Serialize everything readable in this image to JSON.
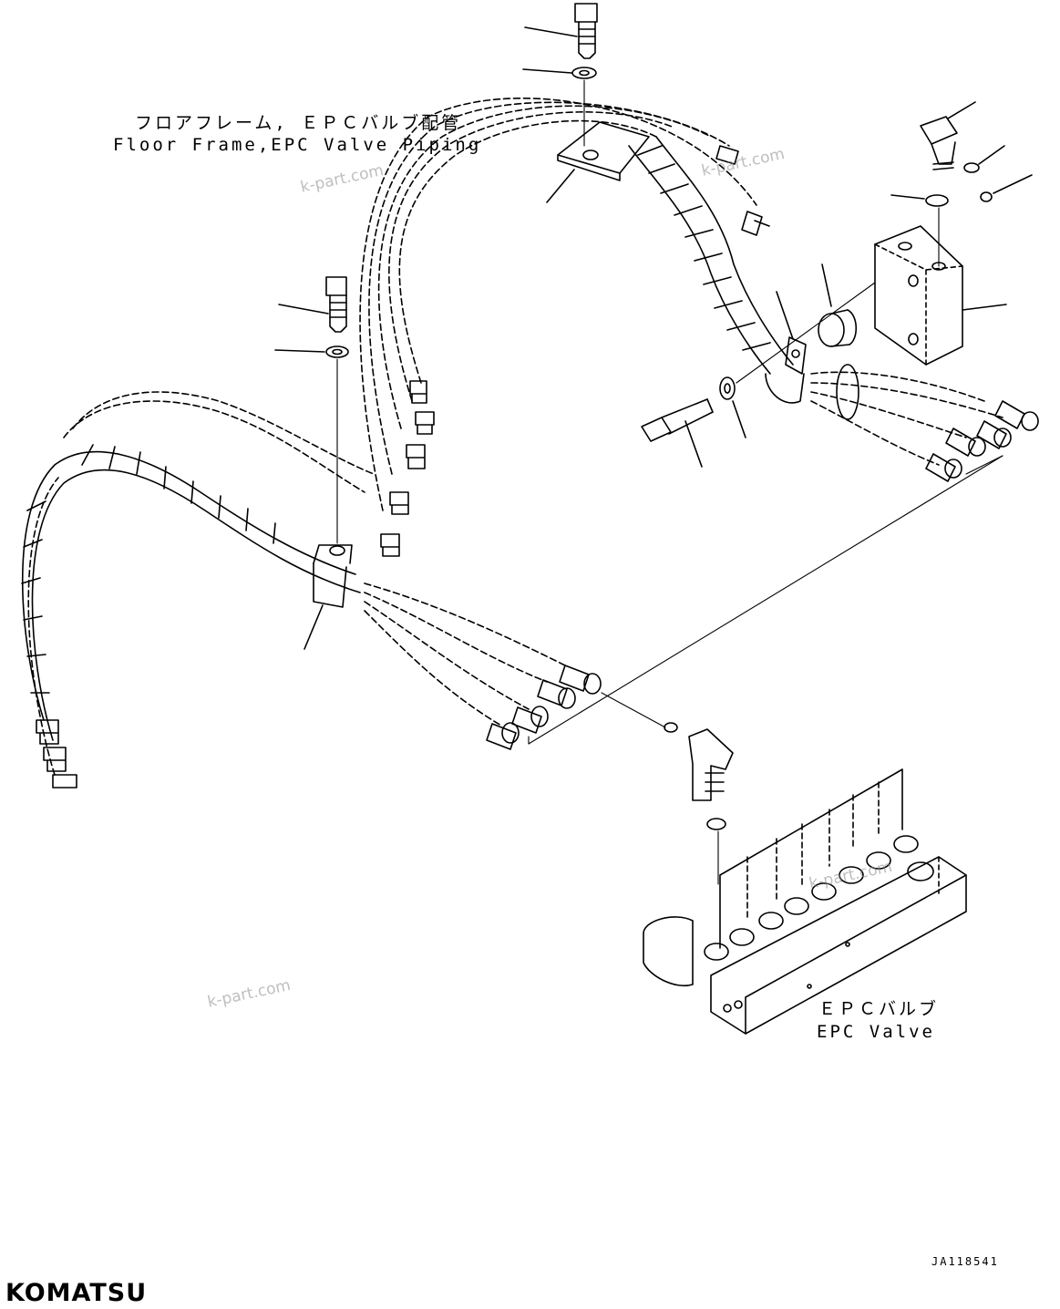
{
  "title": {
    "japanese": "フロアフレーム, ＥＰＣバルブ配管",
    "english": "Floor Frame,EPC Valve Piping"
  },
  "epc_valve_label": {
    "japanese": "ＥＰＣバルブ",
    "english": "EPC Valve"
  },
  "watermarks": [
    "k-part.com",
    "k-part.com",
    "k-part.com",
    "k-part.com"
  ],
  "drawing_code": "JA118541",
  "brand": "KOMATSU",
  "colors": {
    "line": "#000000",
    "background": "#ffffff",
    "watermark": "#8a8a8a"
  }
}
